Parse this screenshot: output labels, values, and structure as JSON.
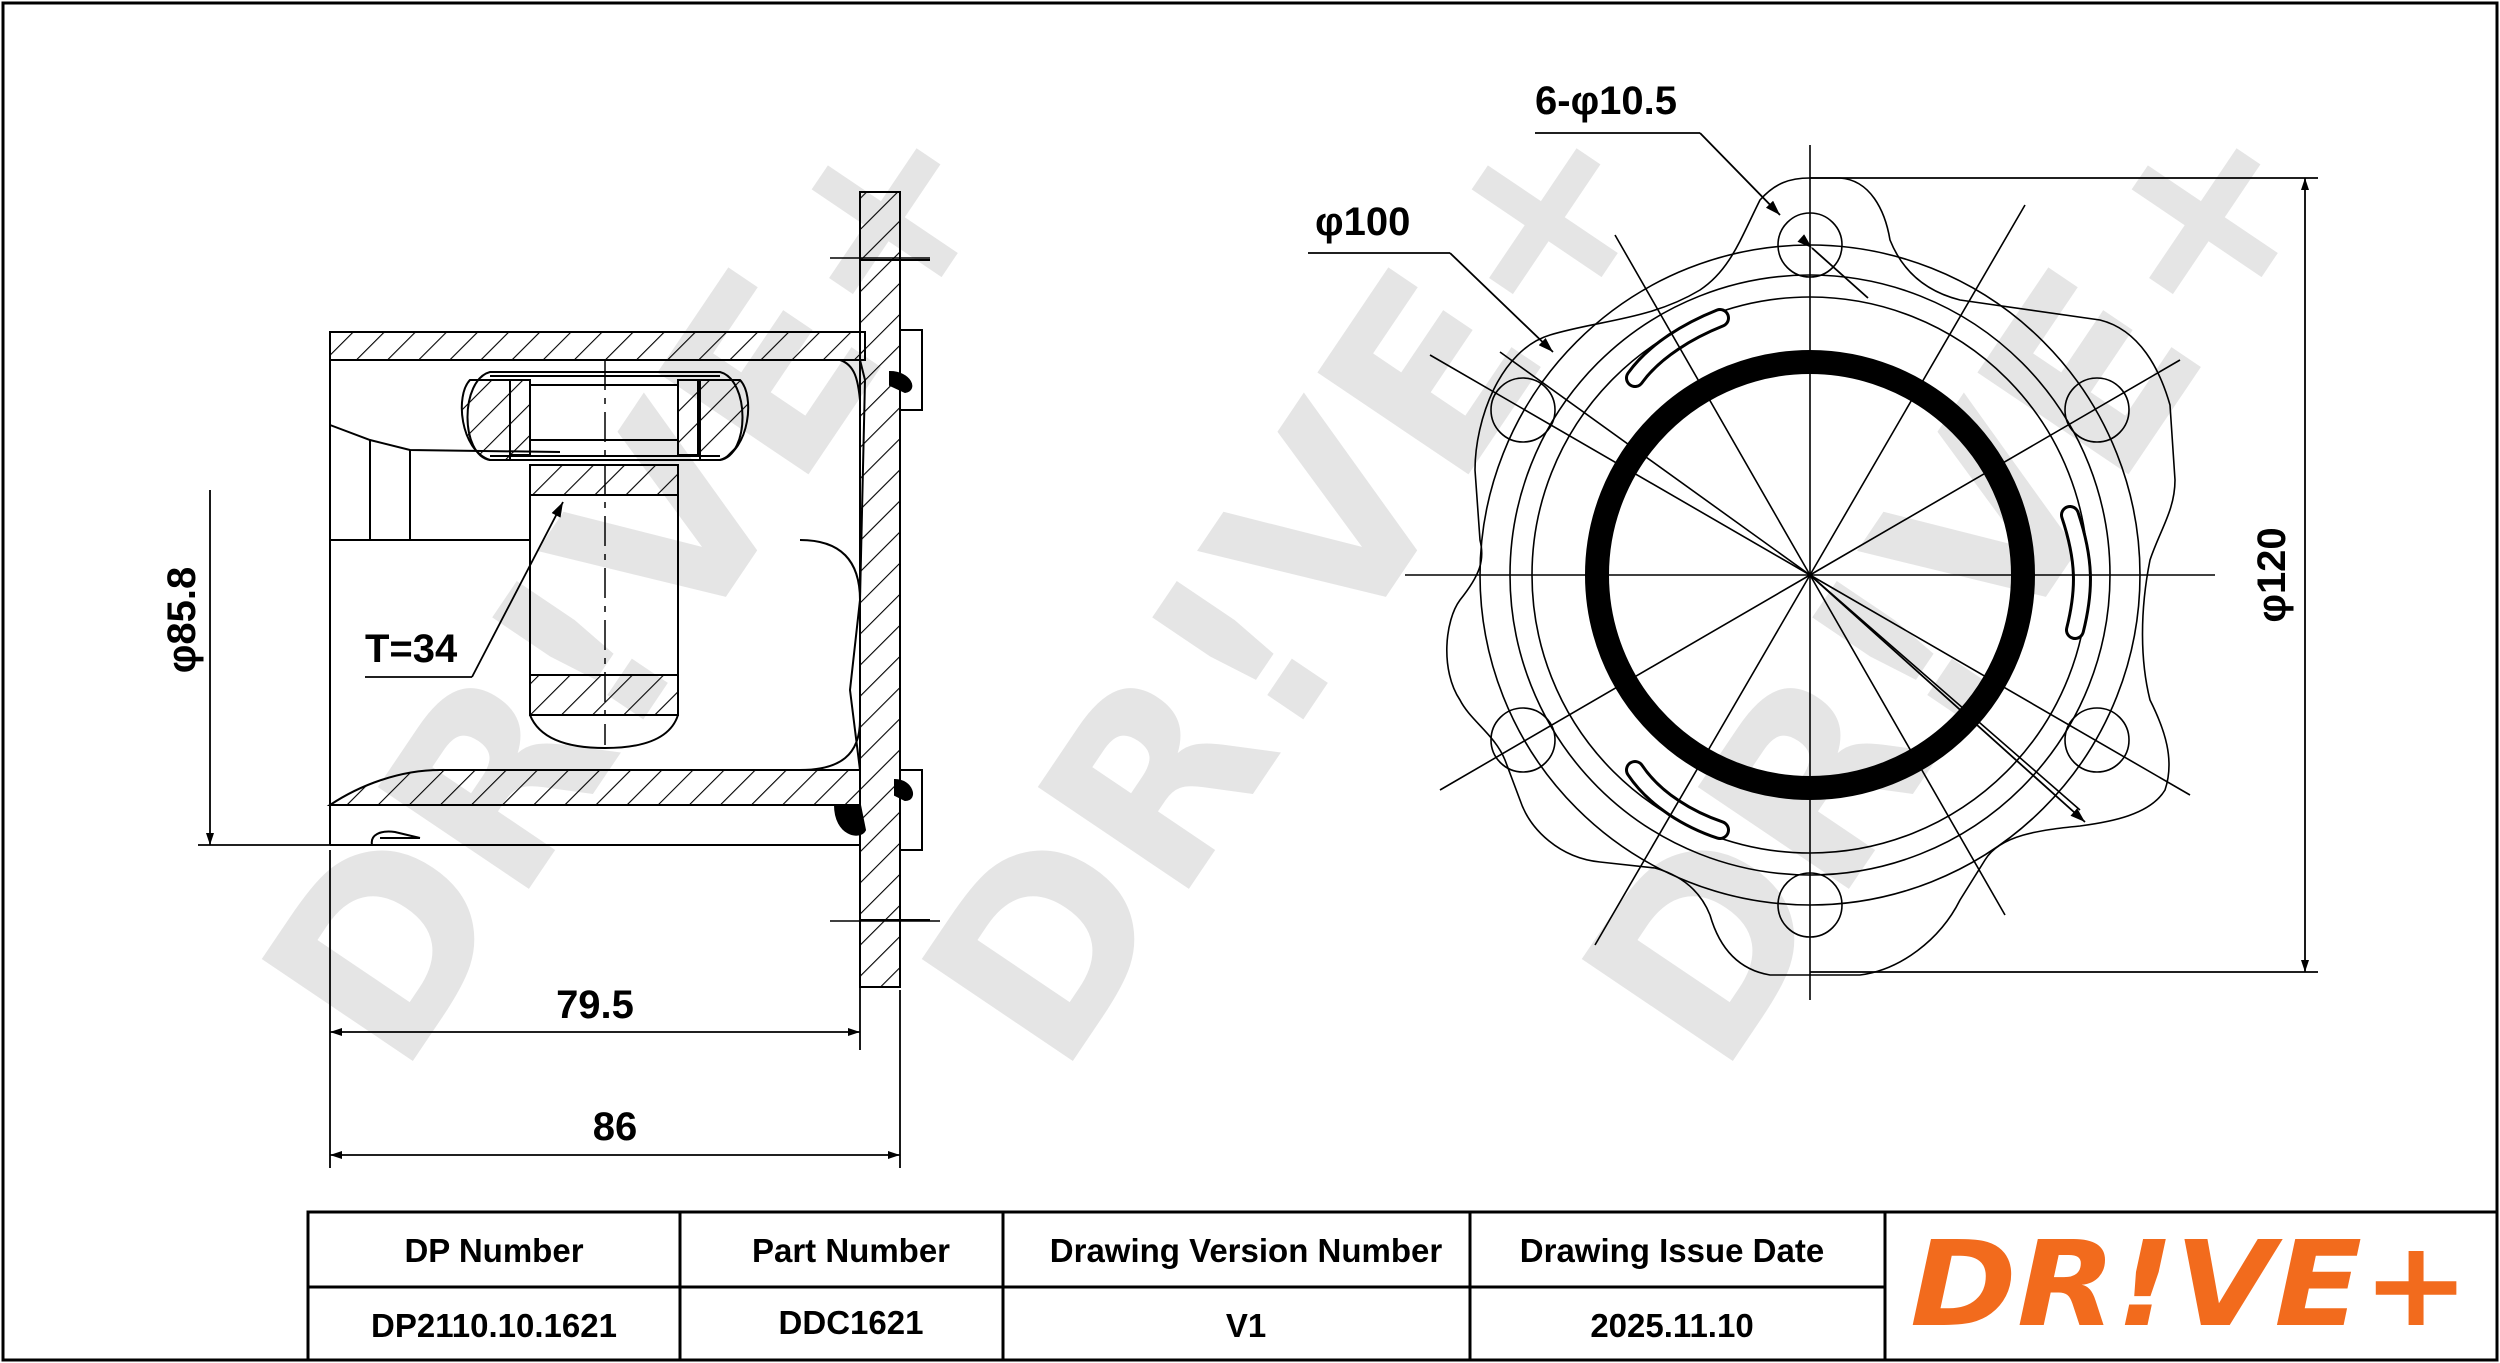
{
  "dimensions": {
    "bolt_holes": "6-φ10.5",
    "pitch_circle": "φ100",
    "flange_diameter": "φ120",
    "outer_diameter": "φ85.8",
    "spline_teeth": "T=34",
    "inner_length": "79.5",
    "overall_length": "86"
  },
  "title_block": {
    "headers": {
      "dp_number": "DP Number",
      "part_number": "Part Number",
      "version": "Drawing Version Number",
      "issue_date": "Drawing Issue Date"
    },
    "values": {
      "dp_number": "DP2110.10.1621",
      "part_number": "DDC1621",
      "version": "V1",
      "issue_date": "2025.11.10"
    }
  },
  "brand": {
    "logo": "DR!VE+",
    "logo_color": "#f26b1d",
    "watermark": "DR!VE+",
    "watermark_color": "#e3e3e3"
  }
}
